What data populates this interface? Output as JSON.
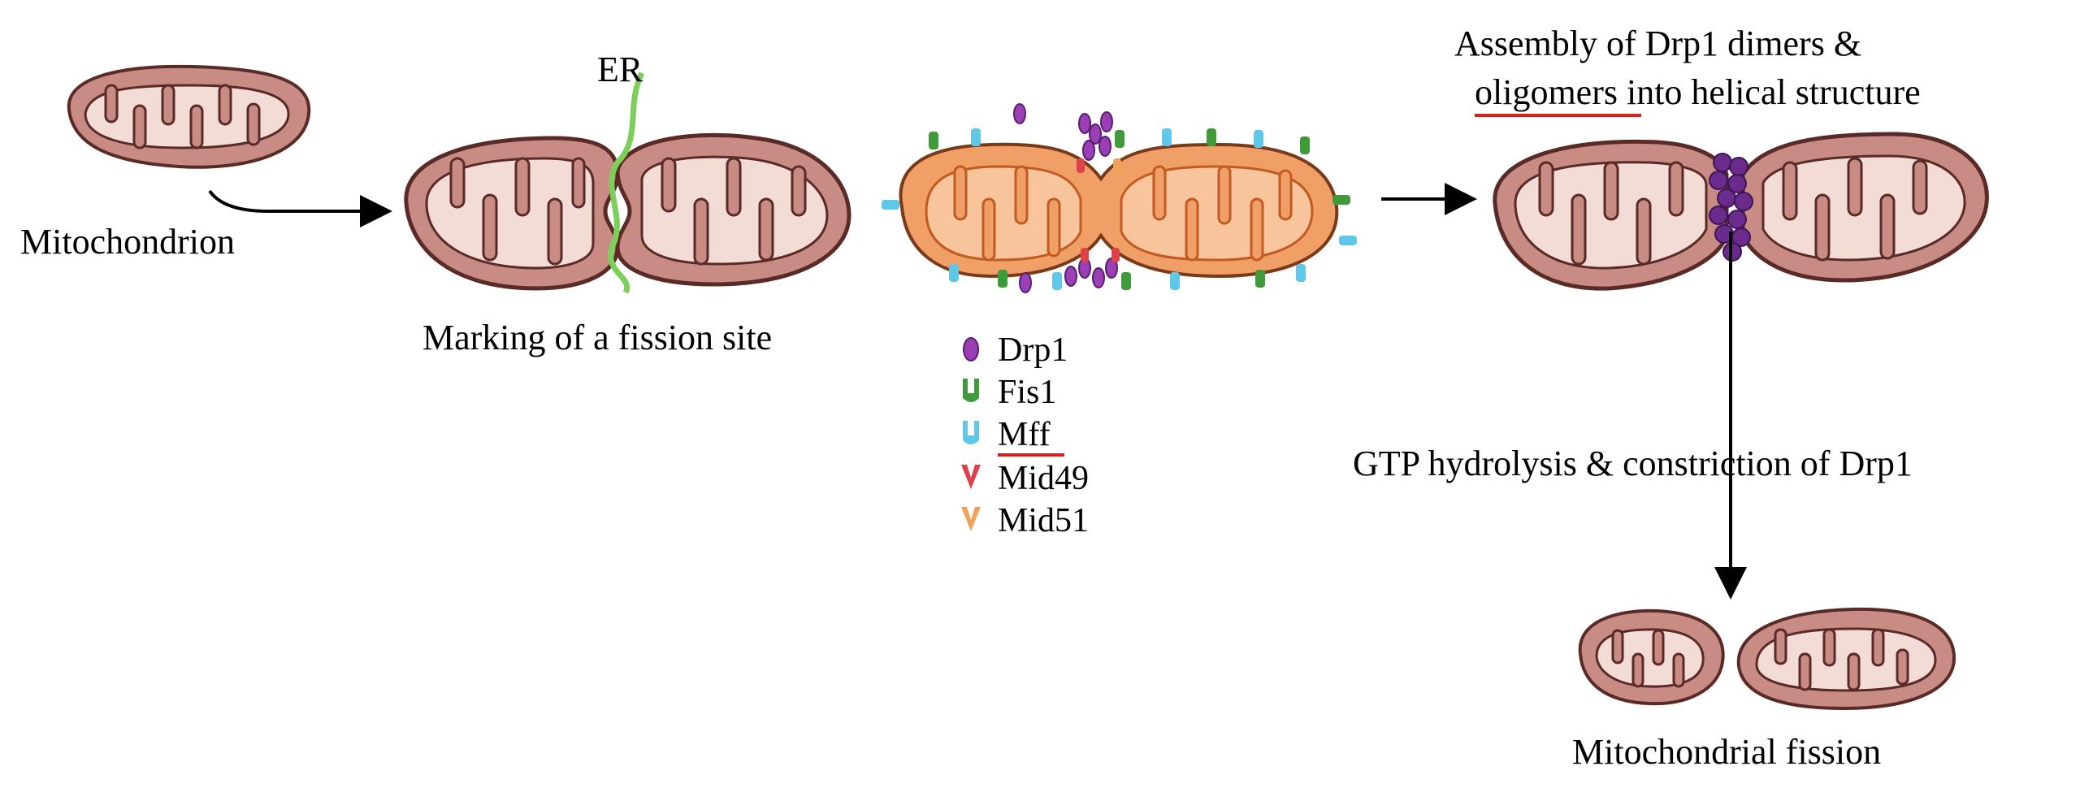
{
  "labels": {
    "mitochondrion": "Mitochondrion",
    "er": "ER",
    "marking": "Marking of a fission site",
    "assembly_line1": "Assembly of Drp1 dimers &",
    "assembly_line2_word1": "oligomers",
    "assembly_line2_rest": " into helical structure",
    "gtp": "GTP hydrolysis & constriction of Drp1",
    "fission": "Mitochondrial fission"
  },
  "legend": [
    {
      "name": "Drp1",
      "color": "#9b3fb5",
      "underlined": false
    },
    {
      "name": "Fis1",
      "color": "#3f9a3a",
      "underlined": false
    },
    {
      "name": "Mff",
      "color": "#5fc8e8",
      "underlined": true
    },
    {
      "name": "Mid49",
      "color": "#e0404a",
      "underlined": false
    },
    {
      "name": "Mid51",
      "color": "#f2a15a",
      "underlined": false
    }
  ],
  "colors": {
    "mito_outer": "#c88c84",
    "mito_inner": "#f4dcd6",
    "mito_stroke": "#5a2a26",
    "er_green": "#7ccf5a",
    "mito_orange": "#f0a066",
    "mito_orange_inner": "#f7c49c",
    "drp1_purple": "#6a2b8c",
    "underline_red": "#d62020",
    "arrow": "#000000"
  }
}
